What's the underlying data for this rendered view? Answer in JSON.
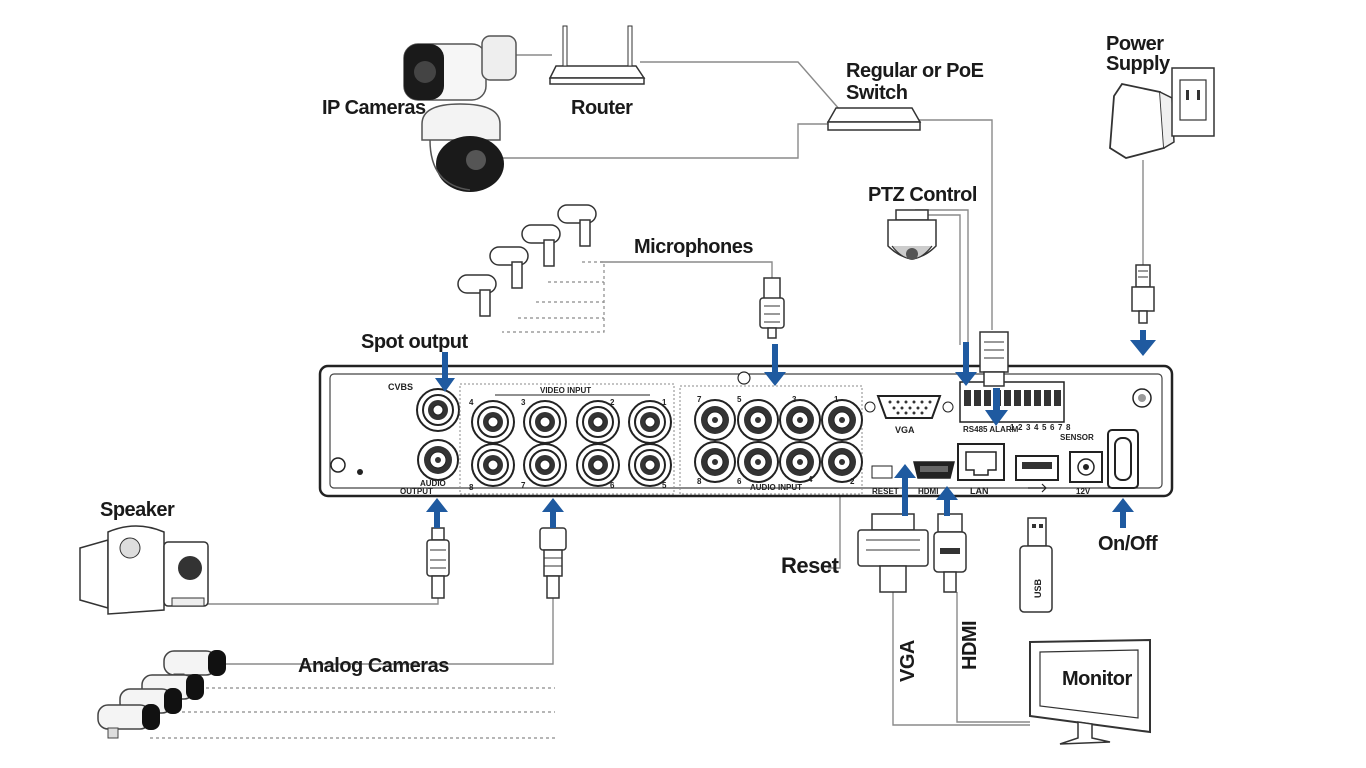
{
  "labels": {
    "ip_cameras": "IP Cameras",
    "router": "Router",
    "switch_line1": "Regular or PoE",
    "switch_line2": "Switch",
    "power_line1": "Power",
    "power_line2": "Supply",
    "ptz_control": "PTZ Control",
    "microphones": "Microphones",
    "spot_output": "Spot output",
    "speaker": "Speaker",
    "analog_cameras": "Analog Cameras",
    "reset": "Reset",
    "on_off": "On/Off",
    "monitor": "Monitor",
    "usb": "USB",
    "vga_cable": "VGA",
    "hdmi_cable": "HDMI"
  },
  "panel": {
    "cvbs": "CVBS",
    "audio_output_line1": "AUDIO",
    "audio_output_line2": "OUTPUT",
    "video_input": "VIDEO INPUT",
    "audio_input": "AUDIO INPUT",
    "vga_port": "VGA",
    "reset_port": "RESET",
    "hdmi_port": "HDMI",
    "lan_port": "LAN",
    "sensor": "SENSOR",
    "dc_12v": "12V",
    "rs485": "RS485 ALARM",
    "video_top_nums": [
      "4",
      "3",
      "2",
      "1"
    ],
    "video_bottom_nums": [
      "8",
      "7",
      "6",
      "5"
    ],
    "audio_top_nums": [
      "7",
      "5",
      "3",
      "1"
    ],
    "audio_bottom_nums": [
      "8",
      "6",
      "4",
      "2"
    ],
    "sensor_nums": [
      "1",
      "2",
      "3",
      "4",
      "5",
      "6",
      "7",
      "8"
    ]
  },
  "colors": {
    "arrow": "#1f5aa0",
    "wire": "#8a8a8a",
    "panel": "#ffffff",
    "outline": "#222222"
  }
}
